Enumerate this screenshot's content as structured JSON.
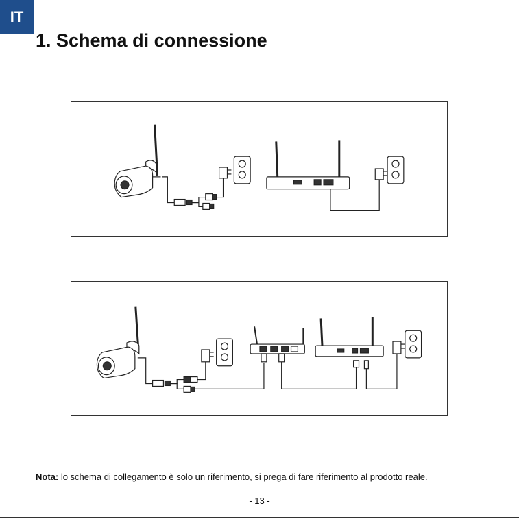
{
  "header": {
    "lang_code": "IT",
    "title": "1. Schema di connessione"
  },
  "note": {
    "label": "Nota:",
    "text": " lo schema di collegamento è solo un riferimento, si prega di fare riferimento al prodotto reale."
  },
  "footer": {
    "page_number": "- 13 -"
  }
}
